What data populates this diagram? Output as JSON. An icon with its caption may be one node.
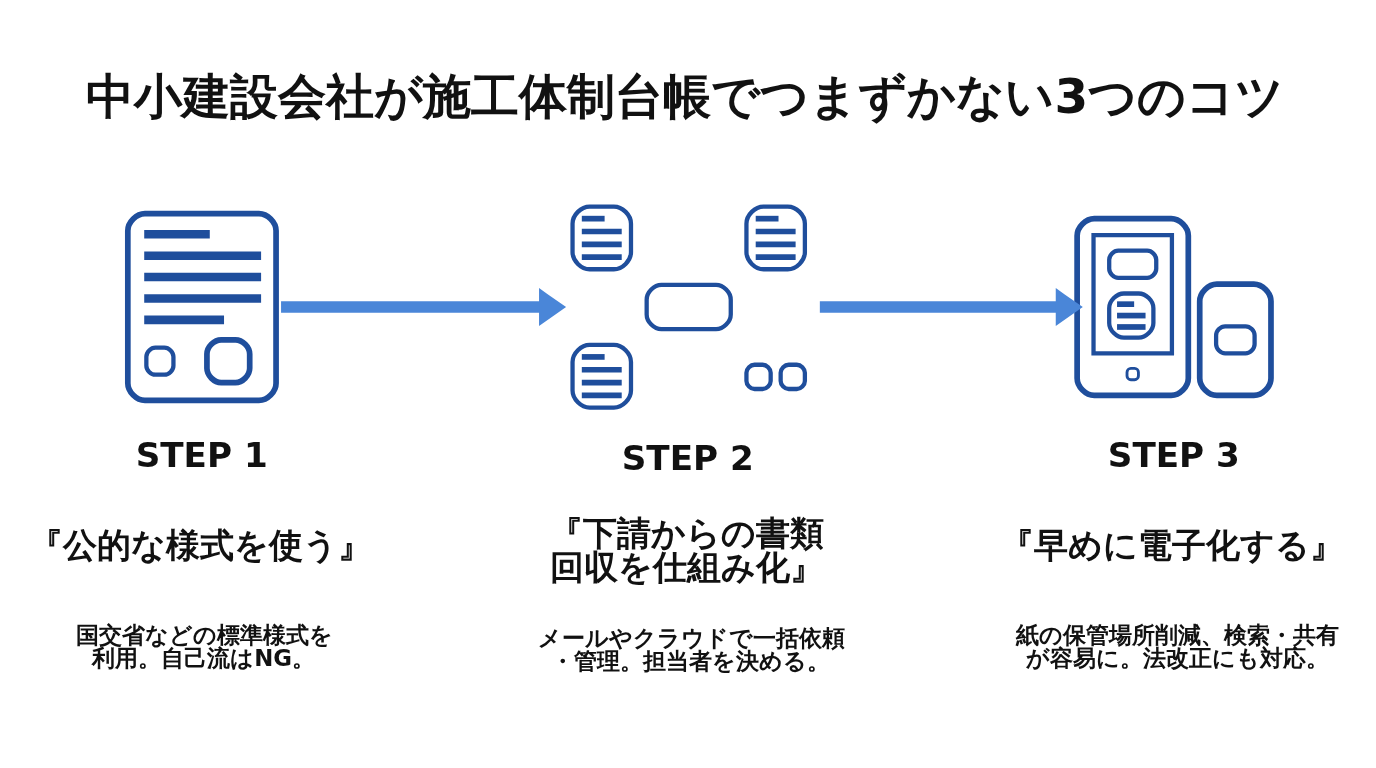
{
  "diagram": {
    "title": "中小建設会社が施工体制台帳でつまずかない3つのコツ",
    "nodes": [
      {
        "text": [],
        "shape": "picture",
        "beside": [
          "STEP 1",
          "『公的な様式を使う』",
          "国交省などの標準様式を利用。自己流はNG。"
        ]
      },
      {
        "text": [],
        "shape": "picture",
        "beside": [
          "STEP 2",
          "『下請からの書類回収を仕組み化』",
          "メールやクラウドで一括依頼・管理。担当者を決める。"
        ]
      },
      {
        "text": [],
        "shape": "picture",
        "beside": [
          "STEP 3",
          "『早めに電子化する』",
          "紙の保管場所削減、検索・共有が容易に。法改正にも対応。"
        ]
      }
    ],
    "edges": [
      {
        "from": 0,
        "to": 1,
        "arrow": "to"
      },
      {
        "from": 1,
        "to": 2,
        "arrow": "to"
      }
    ]
  }
}
